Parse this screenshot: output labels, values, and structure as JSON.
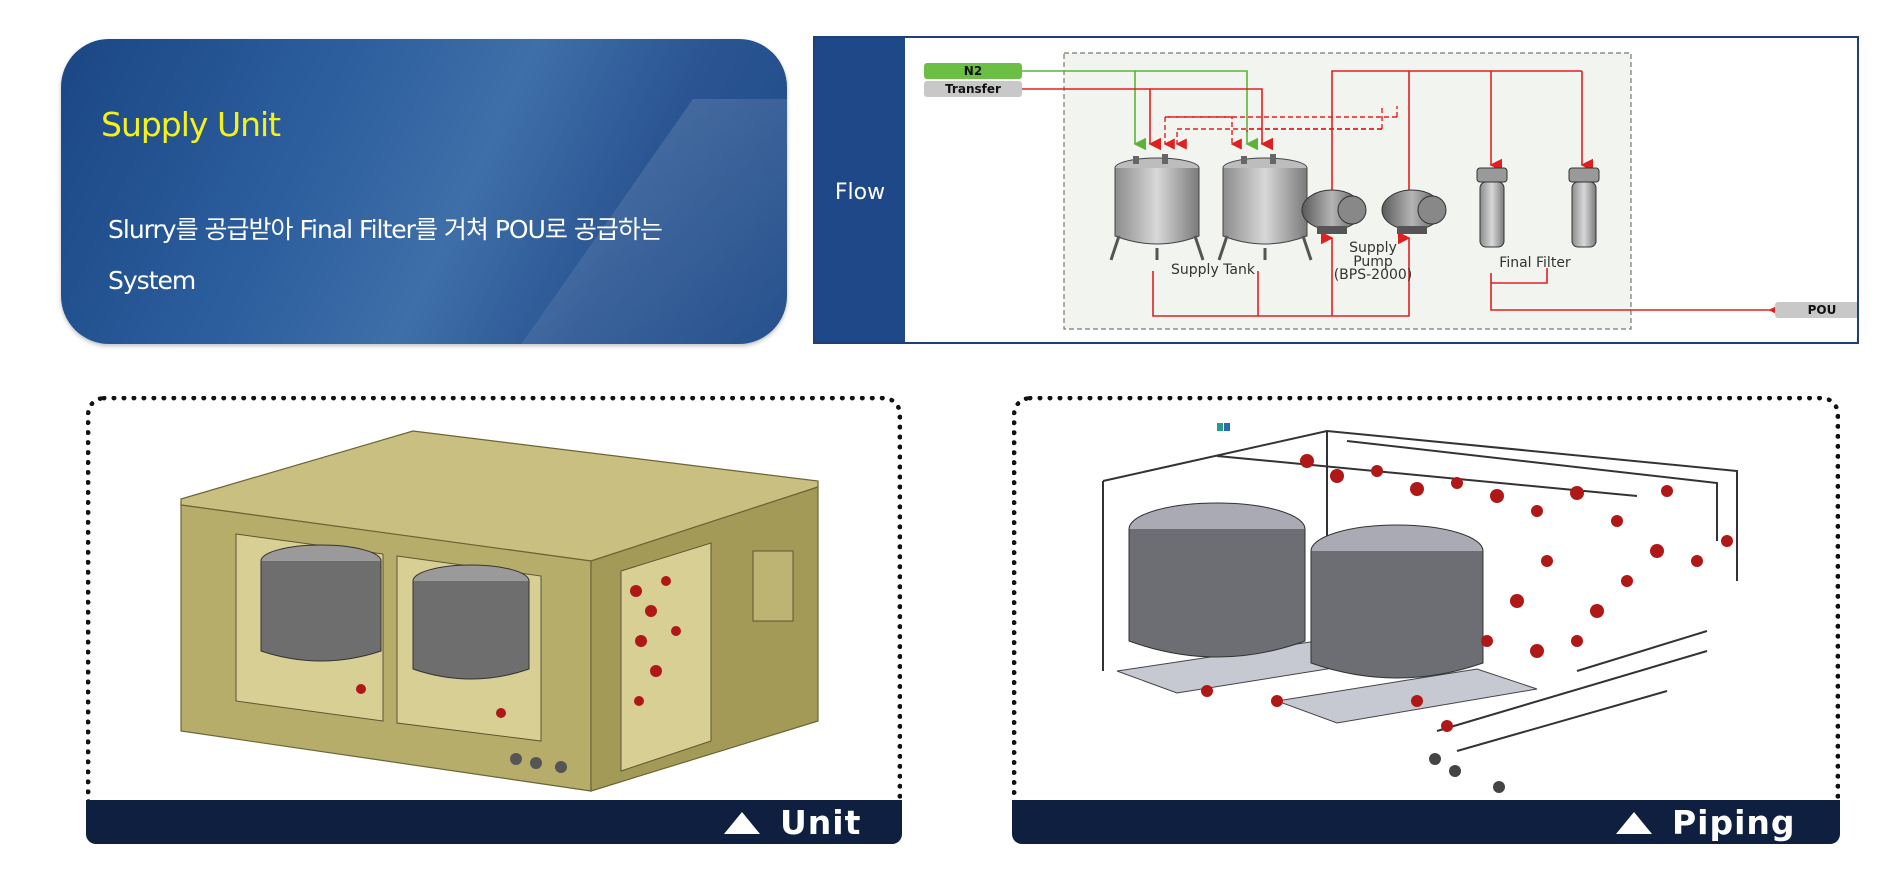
{
  "supply_card": {
    "title": "Supply Unit",
    "description_line1": "Slurry를 공급받아 Final Filter를 거쳐 POU로 공급하는",
    "description_line2": "System"
  },
  "flow": {
    "side_label": "Flow",
    "n2_label": "N2",
    "transfer_label": "Transfer",
    "pou_label": "POU",
    "supply_tank_label": "Supply Tank",
    "supply_pump_label_1": "Supply",
    "supply_pump_label_2": "Pump",
    "supply_pump_model": "(BPS-2000)",
    "final_filter_label": "Final Filter",
    "colors": {
      "n2_line": "#5cb338",
      "transfer_line": "#e02020",
      "panel_border": "#1e3f78",
      "label_column": "#1e4887"
    }
  },
  "images": {
    "unit_caption": "Unit",
    "piping_caption": "Piping",
    "caption_icon": "triangle-up-icon"
  }
}
